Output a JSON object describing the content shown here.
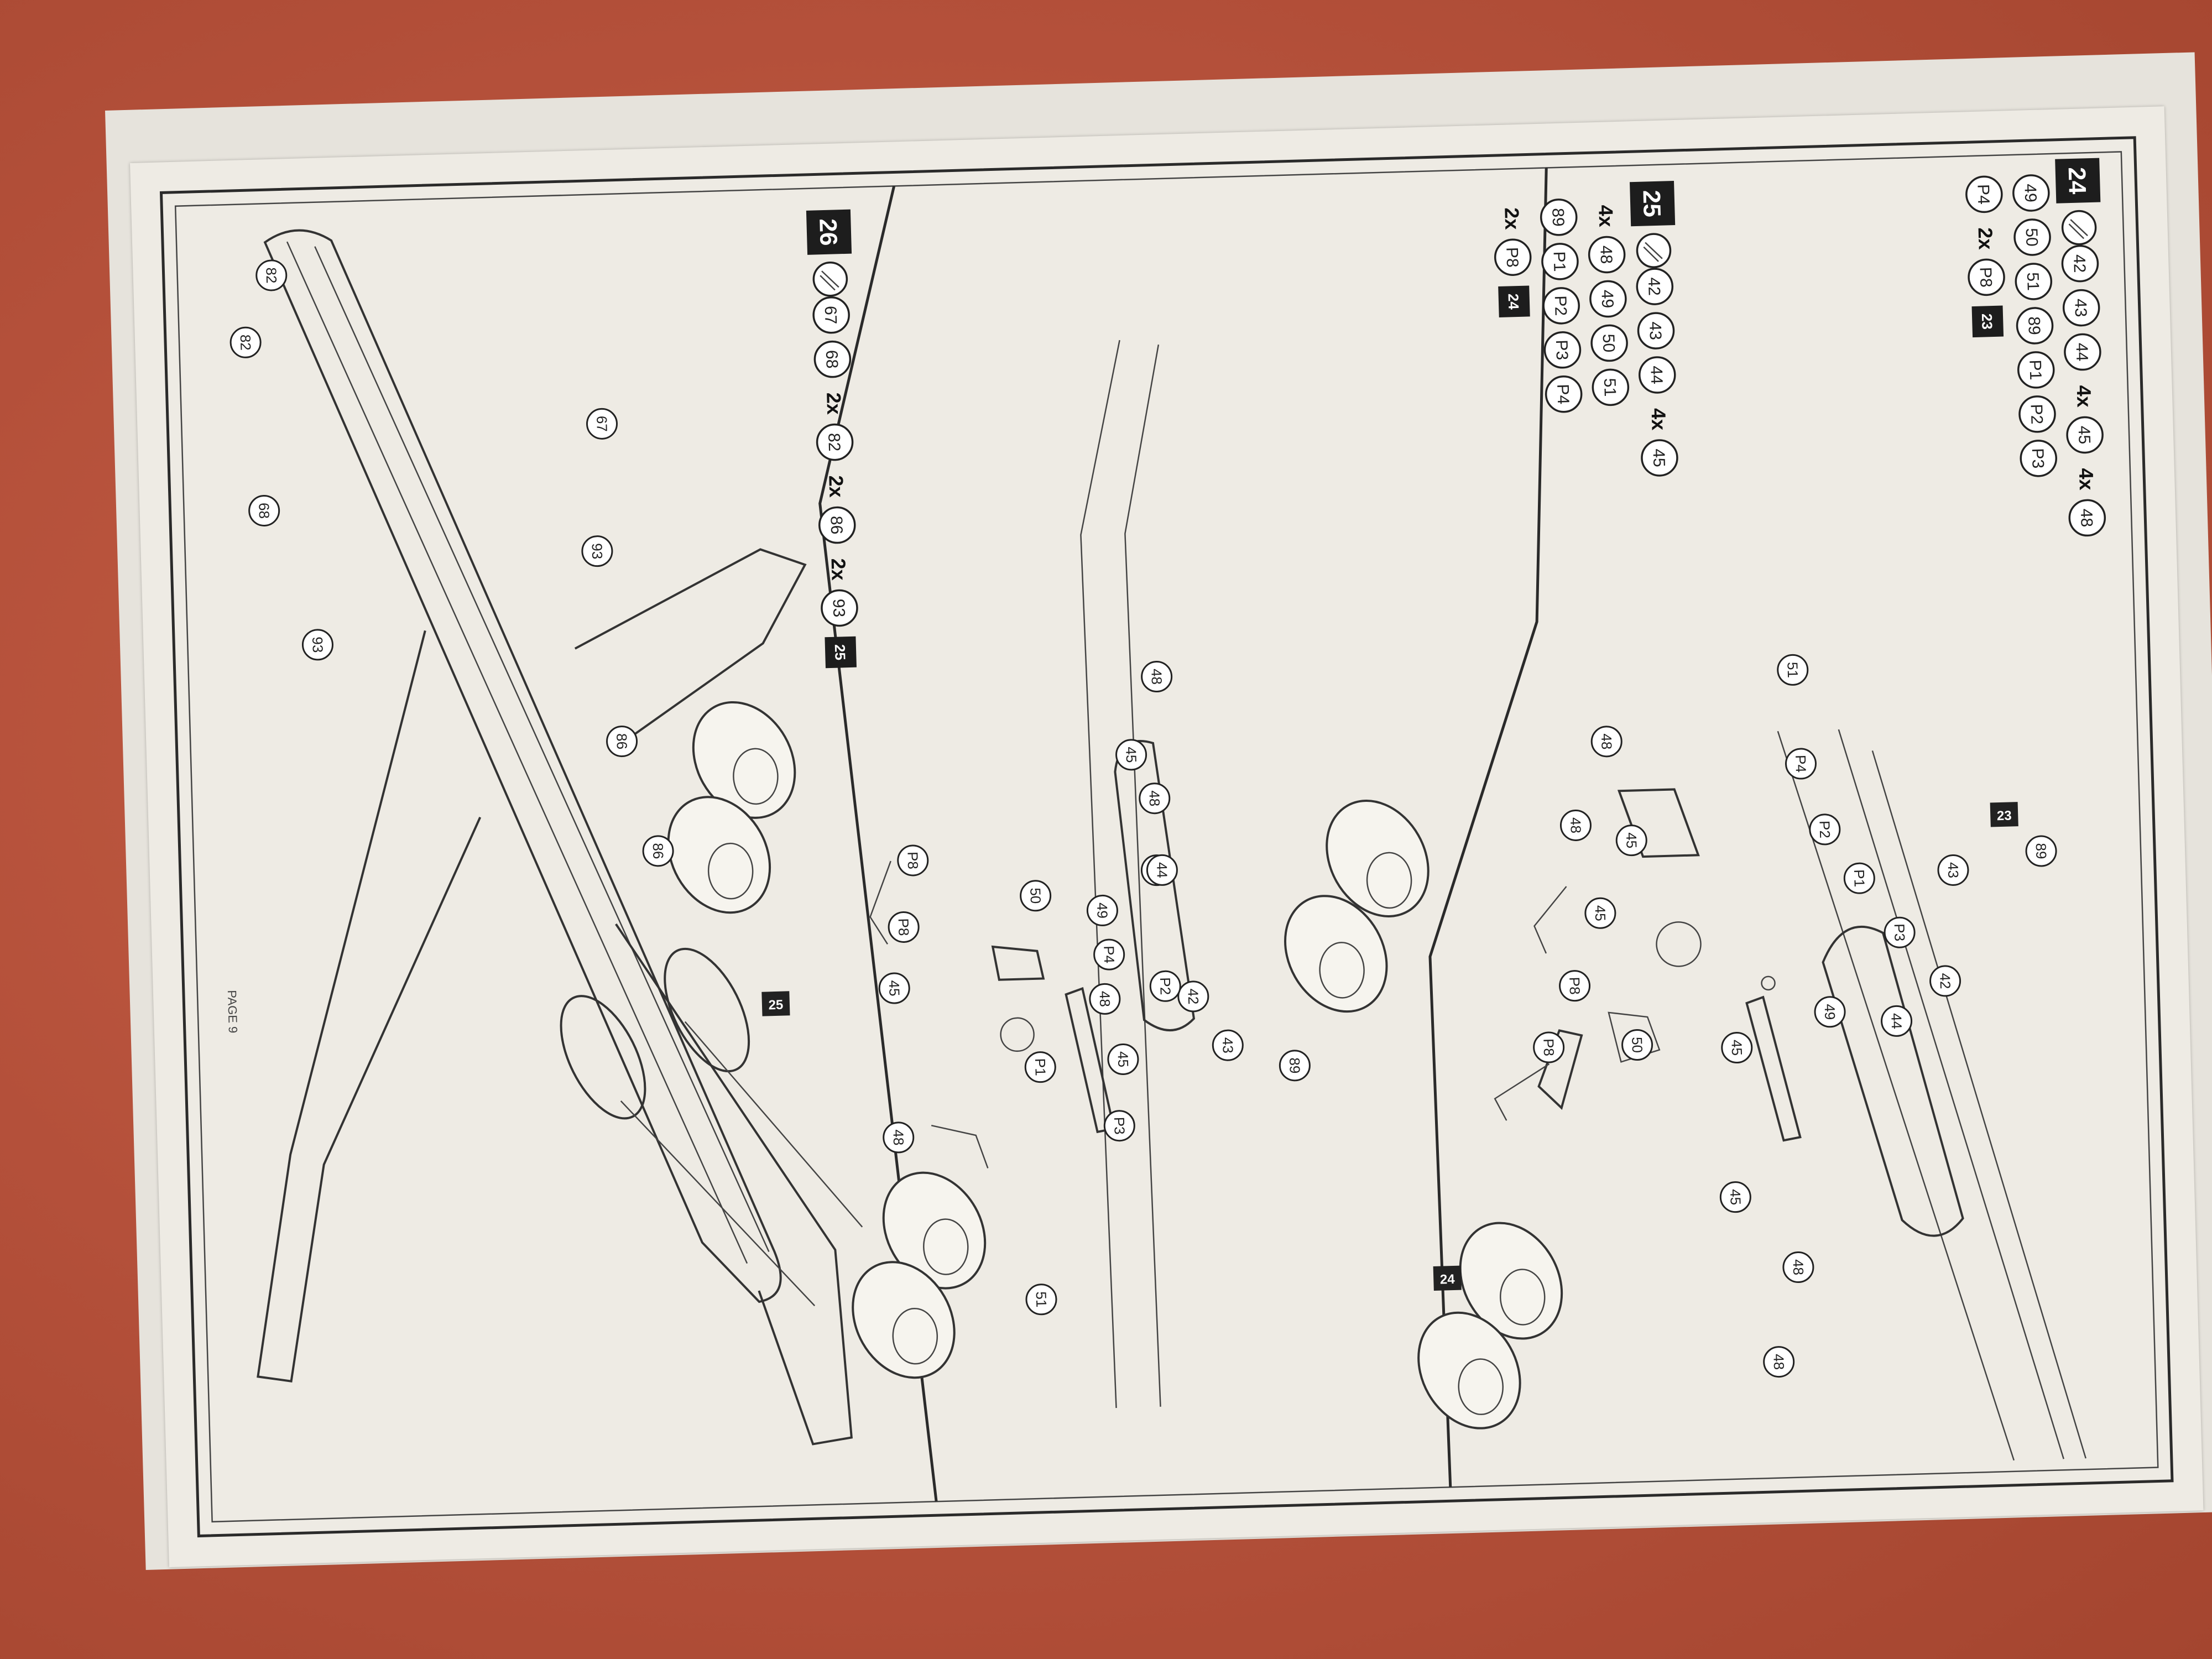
{
  "page_label": "PAGE 9",
  "steps": [
    {
      "id": "24",
      "rows": [
        [
          "42",
          "43",
          "44",
          "4x",
          "45",
          "4x",
          "48"
        ],
        [
          "49",
          "50",
          "51",
          "89",
          "P1",
          "P2",
          "P3"
        ],
        [
          "P4",
          "2x",
          "P8",
          "[23]"
        ]
      ]
    },
    {
      "id": "25",
      "rows": [
        [
          "42",
          "43",
          "44",
          "4x",
          "45"
        ],
        [
          "4x",
          "48",
          "49",
          "50",
          "51"
        ],
        [
          "89",
          "P1",
          "P2",
          "P3",
          "P4"
        ],
        [
          "2x",
          "P8",
          "[24]"
        ]
      ]
    },
    {
      "id": "26",
      "rows": [
        [
          "67",
          "68",
          "2x",
          "82",
          "2x",
          "86",
          "2x",
          "93",
          "[25]"
        ]
      ]
    }
  ],
  "ref_tags": {
    "step24": "23",
    "step25": "24",
    "step26": "25"
  },
  "callouts": {
    "step24": [
      "51",
      "P4",
      "P2",
      "P1",
      "43",
      "89",
      "P3",
      "42",
      "48",
      "45",
      "48",
      "45",
      "P8",
      "P8",
      "50",
      "45",
      "49",
      "44",
      "48",
      "45",
      "48"
    ],
    "step25": [
      "48",
      "45",
      "48",
      "45",
      "P8",
      "50",
      "P8",
      "45",
      "49",
      "44",
      "48",
      "P4",
      "42",
      "P2",
      "P1",
      "45",
      "P3",
      "43",
      "89",
      "48",
      "51"
    ],
    "step26": [
      "82",
      "82",
      "67",
      "68",
      "93",
      "93",
      "86",
      "86"
    ]
  }
}
